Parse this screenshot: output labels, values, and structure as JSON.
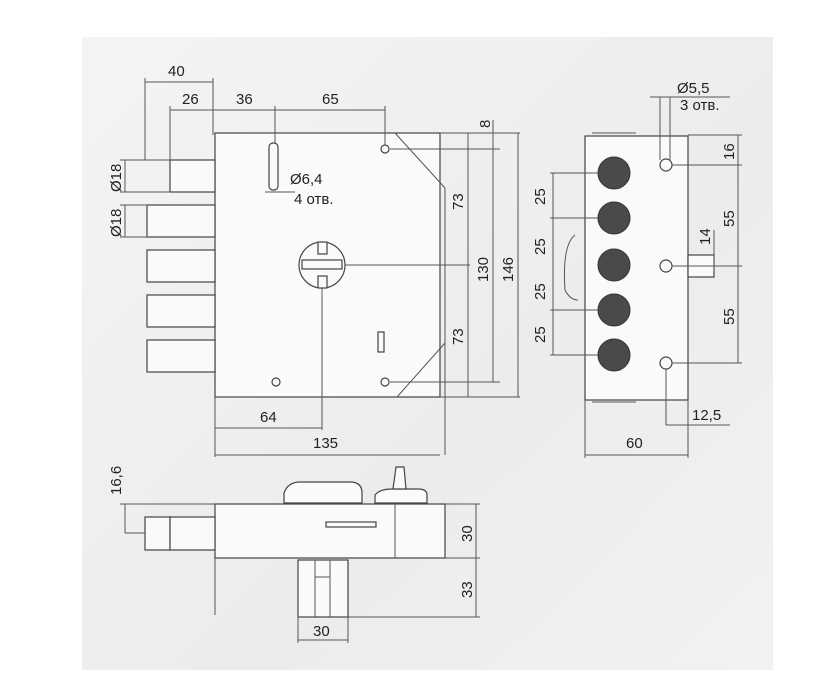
{
  "front_view": {
    "dim_bolt_length": "40",
    "dim_bolt_offset": "26",
    "dim_hole_offset": "36",
    "dim_hole_spacing": "65",
    "dim_bolt_diameter_1": "Ø18",
    "dim_bolt_diameter_2": "Ø18",
    "hole_diameter": "Ø6,4",
    "hole_count": "4 отв.",
    "dim_top_margin": "8",
    "dim_upper_bevel": "73",
    "dim_lower_bevel": "73",
    "dim_hole_height": "130",
    "dim_total_height": "146",
    "dim_backset": "64",
    "dim_width": "135"
  },
  "side_view": {
    "bolt_spacing": [
      "25",
      "25",
      "25",
      "25"
    ],
    "hole_diameter": "Ø5,5",
    "hole_count": "3 отв.",
    "dim_top": "16",
    "dim_upper_spacing": "55",
    "dim_latch": "14",
    "dim_lower_spacing": "55",
    "dim_hole_offset": "12,5",
    "dim_width": "60"
  },
  "bottom_view": {
    "dim_bolt_offset": "16,6",
    "dim_body_depth": "30",
    "dim_tail_length": "33",
    "dim_tail_width": "30"
  }
}
